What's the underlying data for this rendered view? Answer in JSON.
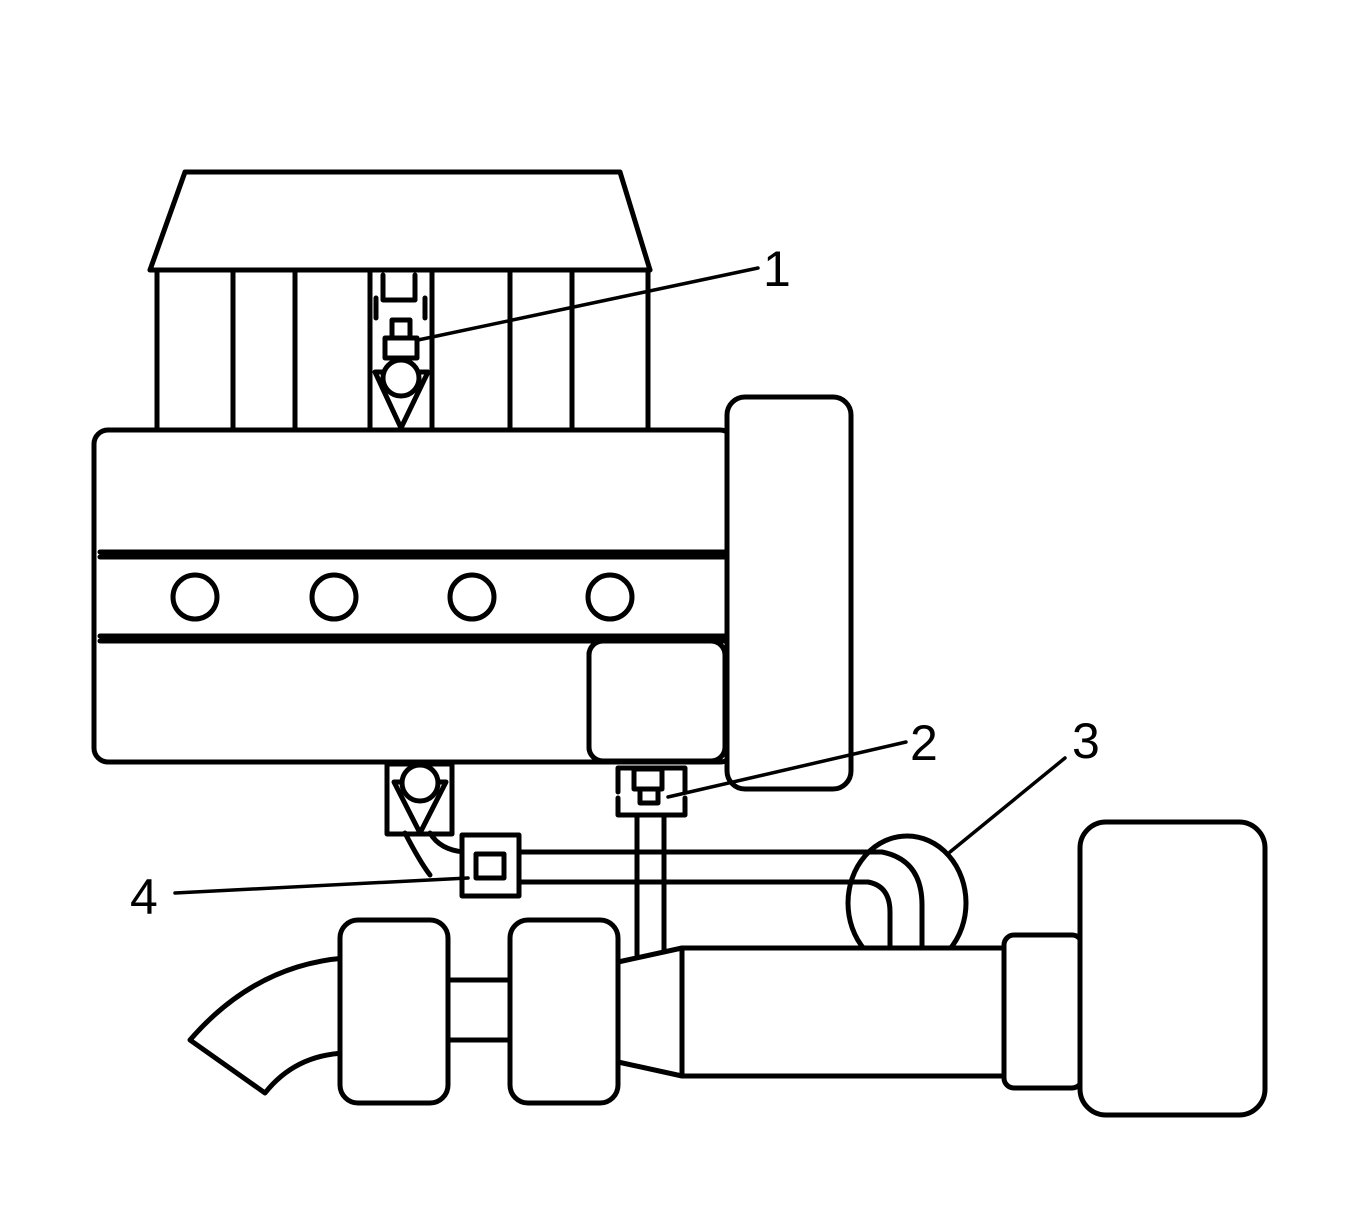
{
  "callouts": [
    {
      "id": "1",
      "text": "1"
    },
    {
      "id": "2",
      "text": "2"
    },
    {
      "id": "3",
      "text": "3"
    },
    {
      "id": "4",
      "text": "4"
    }
  ],
  "colors": {
    "line": "#000000",
    "background": "#ffffff"
  }
}
